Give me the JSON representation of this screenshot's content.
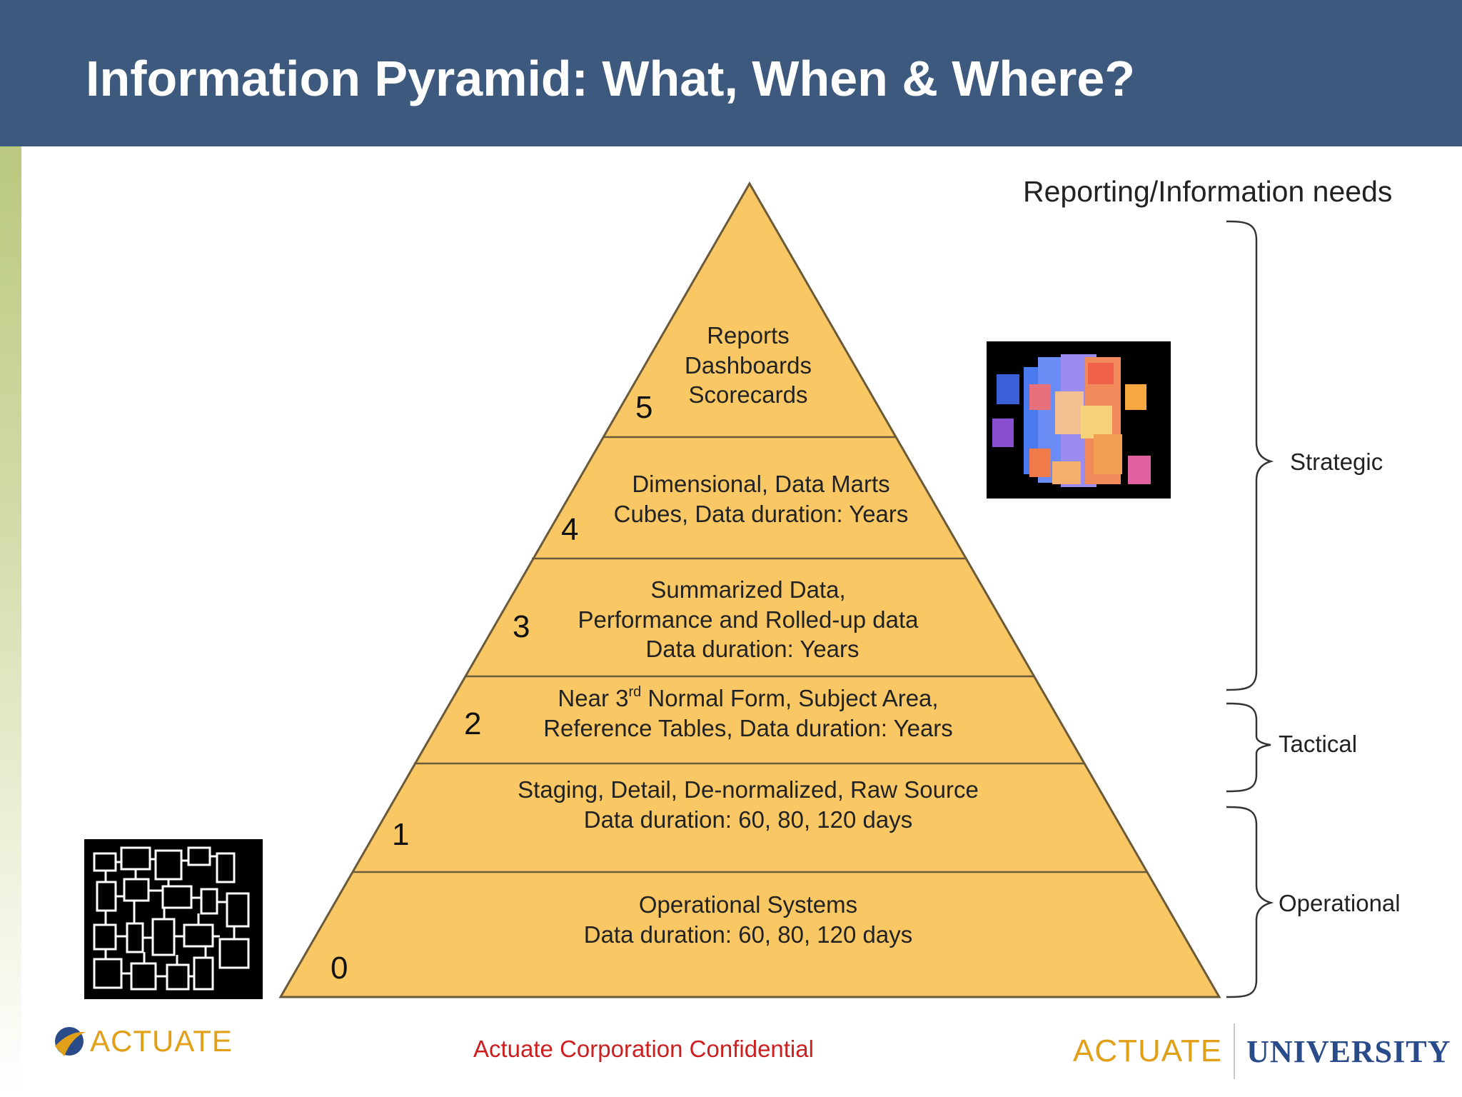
{
  "slide": {
    "title": "Information Pyramid: What, When & Where?",
    "footer_confidential": "Actuate Corporation Confidential",
    "logo_left": "ACTUATE",
    "logo_right_a": "ACTUATE",
    "logo_right_b": "UNIVERSITY"
  },
  "pyramid": {
    "fill_color": "#f9c865",
    "stroke_color": "#6b5a3a",
    "layers": [
      {
        "level": "5",
        "lines": [
          "Reports",
          "Dashboards",
          "Scorecards"
        ]
      },
      {
        "level": "4",
        "lines": [
          "Dimensional, Data Marts",
          "Cubes, Data duration: Years"
        ]
      },
      {
        "level": "3",
        "lines": [
          "Summarized Data,",
          "Performance and Rolled-up data",
          "Data duration: Years"
        ]
      },
      {
        "level": "2",
        "line1_pre": "Near 3",
        "line1_sup": "rd",
        "line1_post": " Normal Form, Subject Area,",
        "line2": "Reference Tables, Data duration: Years"
      },
      {
        "level": "1",
        "lines": [
          "Staging, Detail, De-normalized, Raw Source",
          "Data duration: 60, 80, 120 days"
        ]
      },
      {
        "level": "0",
        "lines": [
          "Operational Systems",
          "Data duration: 60, 80, 120 days"
        ]
      }
    ]
  },
  "needs": {
    "title": "Reporting/Information needs",
    "braces": [
      {
        "label": "Strategic"
      },
      {
        "label": "Tactical"
      },
      {
        "label": "Operational"
      }
    ]
  },
  "images": {
    "cube": "data-cube-icon",
    "circuit": "circuit-diagram-icon"
  }
}
